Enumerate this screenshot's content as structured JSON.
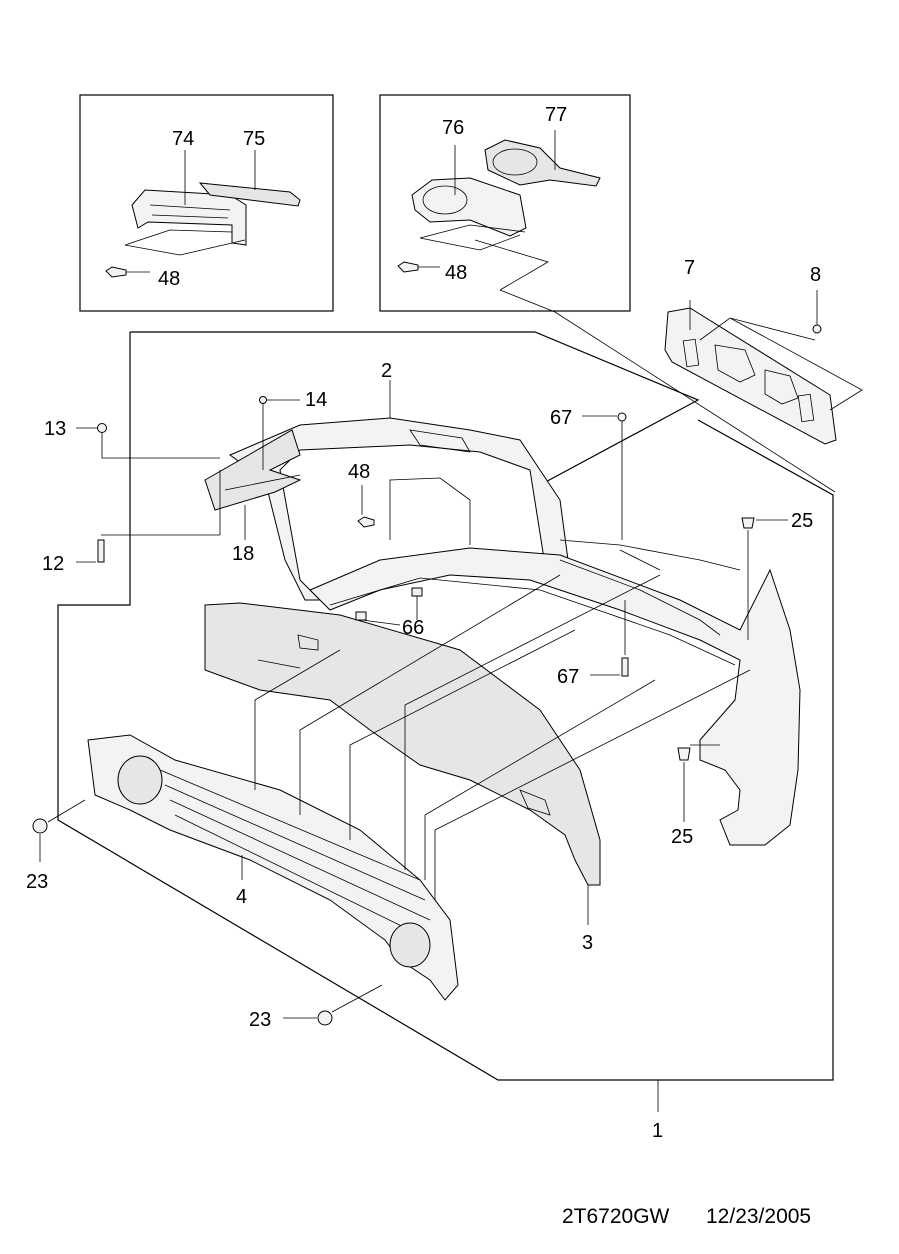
{
  "callouts": {
    "c74": "74",
    "c75": "75",
    "c48a": "48",
    "c76": "76",
    "c77": "77",
    "c48b": "48",
    "c7": "7",
    "c8": "8",
    "c2": "2",
    "c14": "14",
    "c13": "13",
    "c12": "12",
    "c18": "18",
    "c48c": "48",
    "c67a": "67",
    "c66": "66",
    "c67b": "67",
    "c25a": "25",
    "c25b": "25",
    "c23a": "23",
    "c23b": "23",
    "c4": "4",
    "c3": "3",
    "c1": "1"
  },
  "footer": {
    "drawing_code": "2T6720GW",
    "date": "12/23/2005"
  }
}
